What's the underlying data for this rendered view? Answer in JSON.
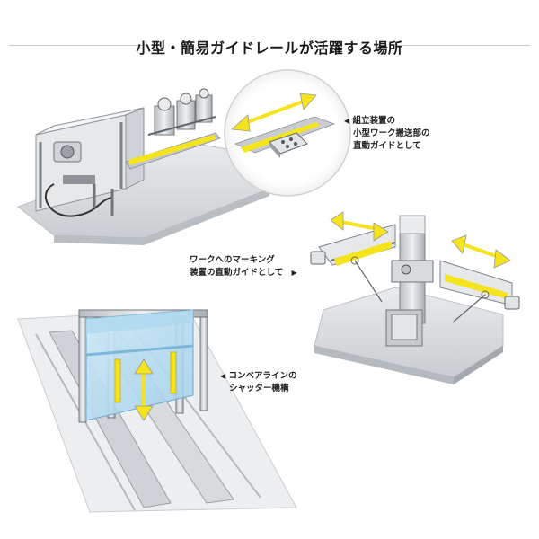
{
  "title": "小型・簡易ガイドレールが活躍する場所",
  "colors": {
    "accent": "#f5e31c",
    "arrow_outline": "#999999",
    "machine_gray": "#d4d7da",
    "glass_blue": "#bfe0f2"
  },
  "callouts": [
    {
      "id": "conveyor-guide",
      "marker": "◀",
      "lines": [
        "組立装置の",
        "小型ワーク搬送部の",
        "直動ガイドとして"
      ]
    },
    {
      "id": "marking-guide",
      "marker": "▶",
      "lines": [
        "ワークへのマーキング",
        "装置の直動ガイドとして"
      ]
    },
    {
      "id": "shutter-guide",
      "marker": "◀",
      "lines": [
        "コンベアラインの",
        "シャッター機構"
      ]
    }
  ],
  "icons": [
    "double-arrow-icon",
    "pointer-triangle-icon"
  ]
}
